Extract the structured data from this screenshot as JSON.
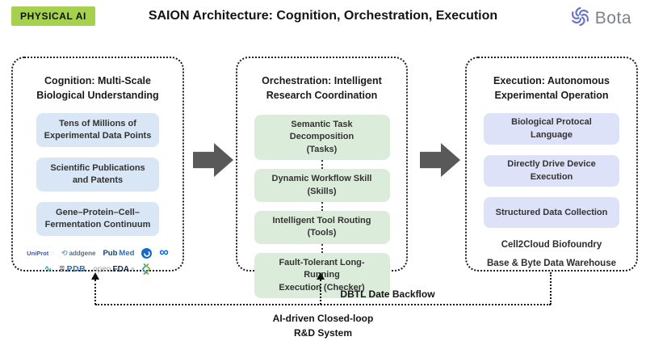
{
  "header": {
    "badge": "PHYSICAL AI",
    "title": "SAION Architecture: Cognition, Orchestration, Execution",
    "brand": "Bota"
  },
  "cognition": {
    "title": "Cognition: Multi-Scale\nBiological Understanding",
    "boxes": [
      "Tens of Millions of\nExperimental Data Points",
      "Scientific Publications\nand Patents",
      "Gene–Protein–Cell–\nFermentation Continuum"
    ],
    "logos": {
      "uniprot": "UniProt",
      "addgene": "addgene",
      "pubmed_pub": "Pub",
      "pubmed_med": "Med",
      "meta_glyph": "∞",
      "pdb": "PDB",
      "openfda_open": "open",
      "openfda_fda": "FDA"
    }
  },
  "orchestration": {
    "title": "Orchestration: Intelligent\nResearch Coordination",
    "boxes": [
      "Semantic Task Decomposition\n(Tasks)",
      "Dynamic Workflow Skill\n(Skills)",
      "Intelligent Tool Routing\n(Tools)",
      "Fault-Tolerant Long- Running\nExecution (Checker)"
    ]
  },
  "execution": {
    "title": "Execution: Autonomous\nExperimental Operation",
    "boxes": [
      "Biological Protocal Language",
      "Directly Drive Device Execution",
      "Structured Data Collection"
    ],
    "footnotes": [
      "Cell2Cloud Biofoundry",
      "Base & Byte Data Warehouse"
    ]
  },
  "feedback": {
    "backflow_label": "DBTL Date Backflow",
    "loop_label": "AI-driven Closed-loop\nR&D System"
  },
  "colors": {
    "badge_bg": "#a6d14f",
    "cognition_box": "#d8e6f5",
    "orchestration_box": "#dcecdb",
    "execution_box": "#dee2f8",
    "block_arrow": "#595959",
    "brand_icon": "#6674c9"
  }
}
